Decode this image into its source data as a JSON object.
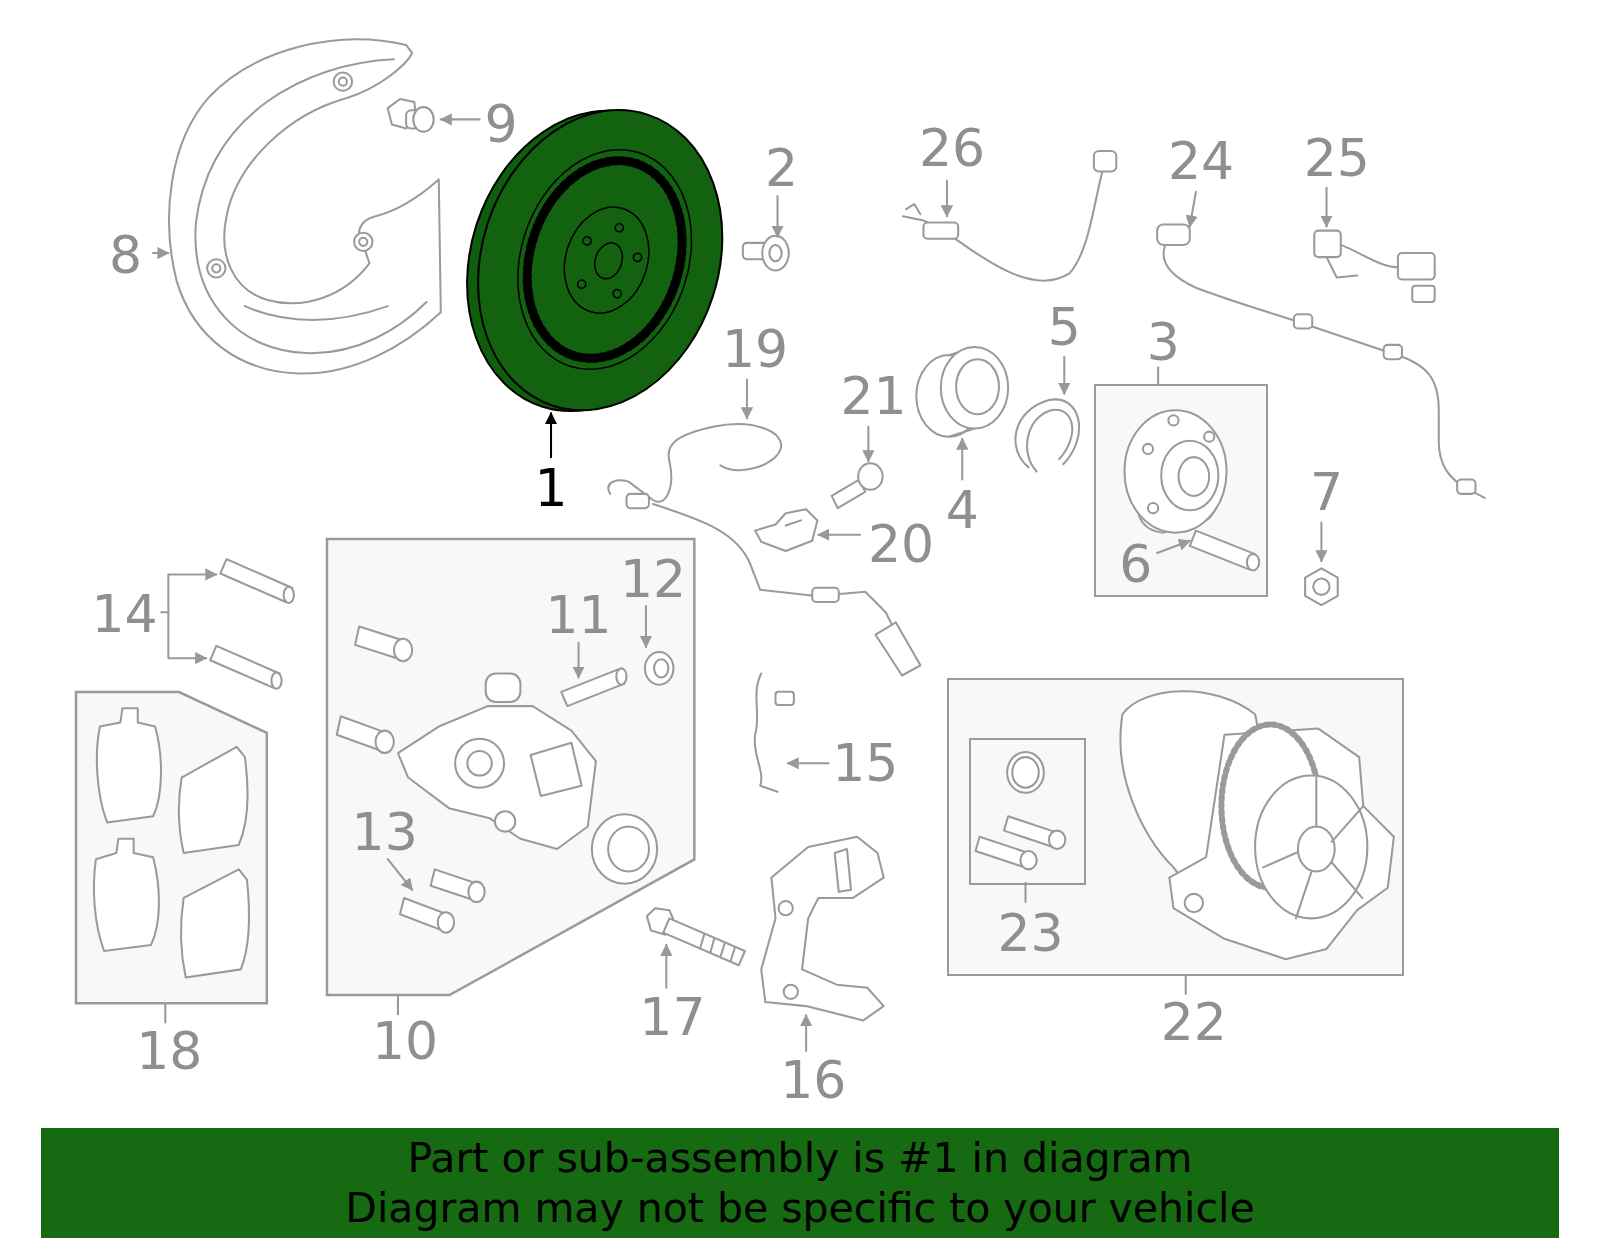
{
  "diagram": {
    "nodes": [
      {
        "text": [
          "3"
        ]
      },
      {
        "text": [
          "10"
        ]
      },
      {
        "text": [
          "22"
        ]
      },
      {
        "text": [
          "23"
        ],
        "in": 2
      },
      {
        "text": [
          "18"
        ]
      },
      {
        "text": [
          "Part or sub-assembly is #1 in diagram",
          "Diagram may not be specific to your vehicle"
        ]
      }
    ],
    "labels": [
      "1",
      "2",
      "4",
      "5",
      "6",
      "7",
      "8",
      "9",
      "11",
      "12",
      "13",
      "14",
      "15",
      "16",
      "17",
      "19",
      "20",
      "21",
      "24",
      "25",
      "26"
    ]
  }
}
